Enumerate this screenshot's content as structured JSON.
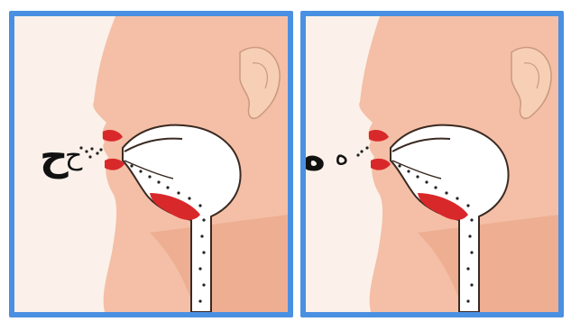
{
  "panels": [
    {
      "id": "left",
      "letter_large": "ح",
      "letter_small": "ح",
      "colors": {
        "skin": "#f2b69a",
        "tract": "#ffffff",
        "tongue": "#d9282a",
        "outline": "#3a2a22",
        "border": "#4a90e2"
      },
      "icons": [
        "face-profile-icon",
        "ear-icon",
        "airflow-dots-icon"
      ]
    },
    {
      "id": "right",
      "letter_large": "ه",
      "letter_small": "ه",
      "colors": {
        "skin": "#f2b69a",
        "tract": "#ffffff",
        "tongue": "#d9282a",
        "outline": "#3a2a22",
        "border": "#4a90e2"
      },
      "icons": [
        "face-profile-icon",
        "ear-icon",
        "airflow-dots-icon"
      ]
    }
  ]
}
